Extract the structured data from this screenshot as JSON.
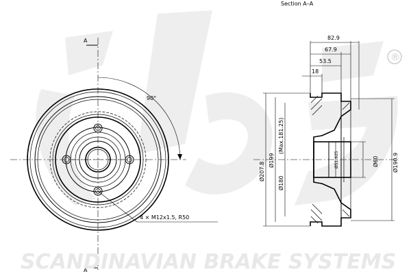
{
  "drawing": {
    "section_title": "Section A–A",
    "section_marker": "A",
    "angle_label": "90°",
    "bolt_note": "4 × M12x1.5, R50",
    "registered_mark": "®",
    "dimensions_horizontal": {
      "d1": "82.9",
      "d2": "67.9",
      "d3": "53.5",
      "d4": "18"
    },
    "dimensions_vertical": {
      "outer": "Ø207.8",
      "drum_inner": "Ø199",
      "max": "(Max.181.25)",
      "braking": "Ø180",
      "hub_inner": "Ø51.925",
      "hub_outer": "Ø60",
      "rim": "Ø190.9"
    }
  },
  "footer": {
    "brand_text": "SCANDINAVIAN BRAKE SYSTEMS"
  },
  "colors": {
    "line": "#000000",
    "watermark": "#e6e6e6",
    "background": "#ffffff"
  }
}
